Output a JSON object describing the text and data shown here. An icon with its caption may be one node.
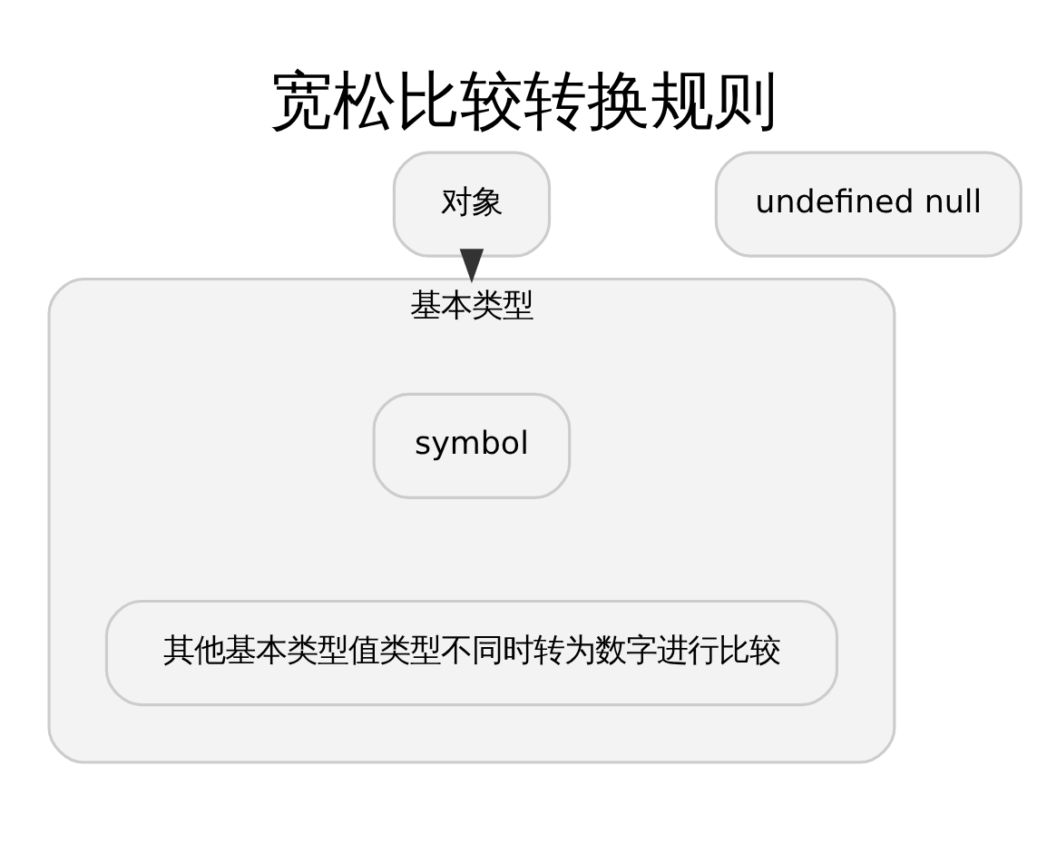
{
  "diagram": {
    "title": "宽松比较转换规则",
    "nodes": [
      {
        "text": [
          "对象"
        ]
      },
      {
        "text": [
          "undefined null"
        ]
      },
      {
        "text": [
          "基本类型"
        ]
      },
      {
        "text": [
          "symbol"
        ],
        "in": 2
      },
      {
        "text": [
          "其他基本类型值类型不同时转为数字进行比较"
        ],
        "in": 2
      }
    ],
    "edges": [
      {
        "from": 0,
        "to": 2,
        "arrow": "to"
      }
    ]
  }
}
